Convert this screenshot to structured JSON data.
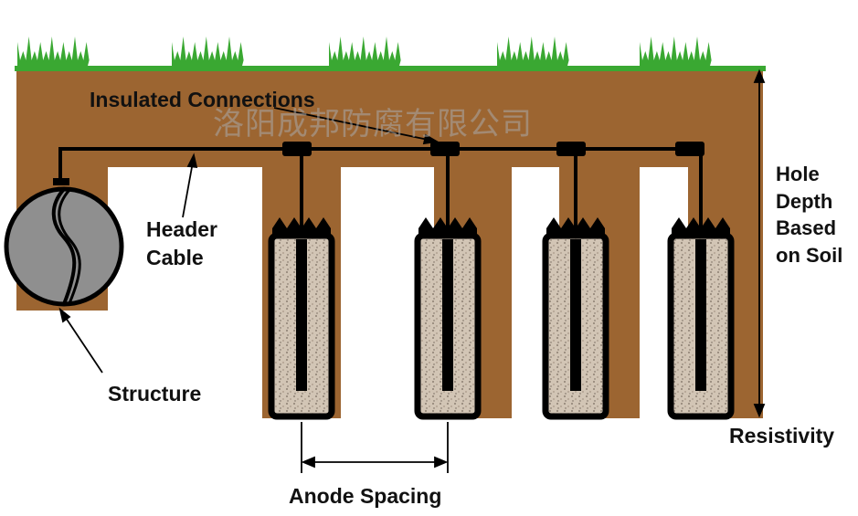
{
  "labels": {
    "insulated_connections": "Insulated Connections",
    "header_cable": "Header\nCable",
    "structure": "Structure",
    "hole_depth": "Hole\nDepth\nBased\non Soil",
    "resistivity": "Resistivity",
    "anode_spacing": "Anode Spacing"
  },
  "watermark": "洛阳成邦防腐有限公司",
  "anode_count": 4,
  "colors": {
    "soil": "#9c6531",
    "grass": "#3aa832",
    "backfill": "#cdbfae",
    "structure": "#8f8f8f",
    "line": "#000000"
  }
}
